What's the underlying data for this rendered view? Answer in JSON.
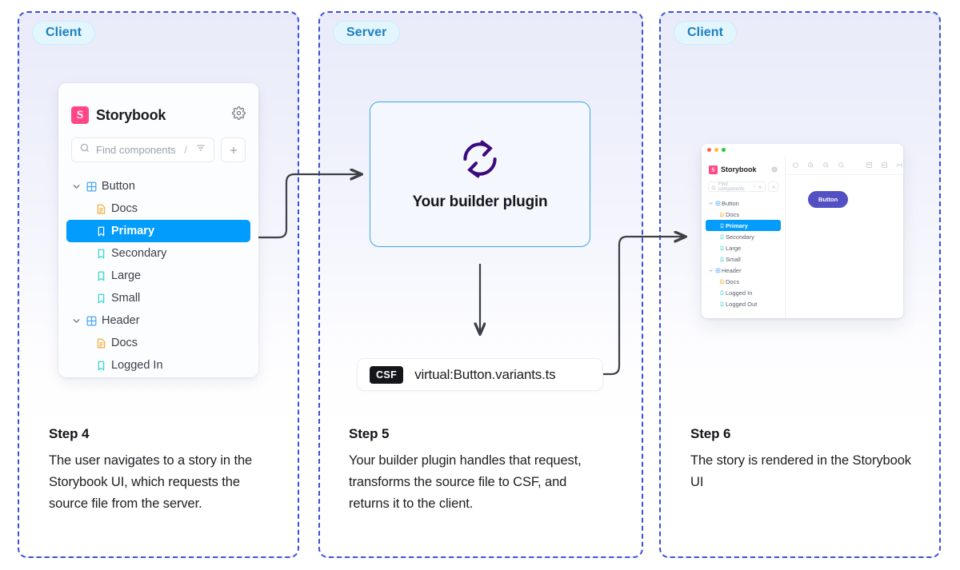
{
  "panels": [
    {
      "badge": "Client"
    },
    {
      "badge": "Server"
    },
    {
      "badge": "Client"
    }
  ],
  "storybook_panel": {
    "logo_letter": "S",
    "title": "Storybook",
    "gear_icon": "gear-icon",
    "search": {
      "placeholder": "Find components",
      "shortcut": "/",
      "filter_icon": "filter-icon"
    },
    "add_button": "+",
    "tree": [
      {
        "label": "Button",
        "icon": "component-icon",
        "level": 0,
        "expanded": true,
        "selected": false
      },
      {
        "label": "Docs",
        "icon": "docs-icon",
        "level": 1,
        "expanded": false,
        "selected": false
      },
      {
        "label": "Primary",
        "icon": "story-icon",
        "level": 1,
        "expanded": false,
        "selected": true
      },
      {
        "label": "Secondary",
        "icon": "story-icon",
        "level": 1,
        "expanded": false,
        "selected": false
      },
      {
        "label": "Large",
        "icon": "story-icon",
        "level": 1,
        "expanded": false,
        "selected": false
      },
      {
        "label": "Small",
        "icon": "story-icon",
        "level": 1,
        "expanded": false,
        "selected": false
      },
      {
        "label": "Header",
        "icon": "component-icon",
        "level": 0,
        "expanded": true,
        "selected": false
      },
      {
        "label": "Docs",
        "icon": "docs-icon",
        "level": 1,
        "expanded": false,
        "selected": false
      },
      {
        "label": "Logged In",
        "icon": "story-icon",
        "level": 1,
        "expanded": false,
        "selected": false
      }
    ]
  },
  "builder_card": {
    "icon": "refresh-sync-icon",
    "label": "Your builder plugin",
    "border_color": "#3ba7ea",
    "icon_color": "#3b0b7d"
  },
  "csf_box": {
    "tag": "CSF",
    "path": "virtual:Button.variants.ts"
  },
  "mini_window": {
    "traffic_lights": [
      "red",
      "yellow",
      "green"
    ],
    "logo_letter": "S",
    "title": "Storybook",
    "gear_icon": "gear-icon",
    "search": {
      "placeholder": "Find components",
      "shortcut": "/",
      "filter_icon": "filter-icon"
    },
    "add_button": "+",
    "toolbar_icons": [
      "remount-icon",
      "zoom-in-icon",
      "zoom-out-icon",
      "zoom-reset-icon",
      "background-icon",
      "grid-icon",
      "measure-icon"
    ],
    "tree": [
      {
        "label": "Button",
        "icon": "component-icon",
        "level": 0,
        "expanded": true,
        "selected": false
      },
      {
        "label": "Docs",
        "icon": "docs-icon",
        "level": 1,
        "expanded": false,
        "selected": false
      },
      {
        "label": "Primary",
        "icon": "story-icon",
        "level": 1,
        "expanded": false,
        "selected": true
      },
      {
        "label": "Secondary",
        "icon": "story-icon",
        "level": 1,
        "expanded": false,
        "selected": false
      },
      {
        "label": "Large",
        "icon": "story-icon",
        "level": 1,
        "expanded": false,
        "selected": false
      },
      {
        "label": "Small",
        "icon": "story-icon",
        "level": 1,
        "expanded": false,
        "selected": false
      },
      {
        "label": "Header",
        "icon": "component-icon",
        "level": 0,
        "expanded": true,
        "selected": false
      },
      {
        "label": "Docs",
        "icon": "docs-icon",
        "level": 1,
        "expanded": false,
        "selected": false
      },
      {
        "label": "Logged In",
        "icon": "story-icon",
        "level": 1,
        "expanded": false,
        "selected": false
      },
      {
        "label": "Logged Out",
        "icon": "story-icon",
        "level": 1,
        "expanded": false,
        "selected": false
      }
    ],
    "preview_button_label": "Button",
    "preview_button_color": "#5350c4"
  },
  "steps": [
    {
      "title": "Step 4",
      "body": "The user navigates to a story in the Storybook UI, which requests the source file from the server."
    },
    {
      "title": "Step 5",
      "body": "Your builder plugin handles that request, transforms the source file to CSF, and returns it to the client."
    },
    {
      "title": "Step 6",
      "body": "The story is rendered in the Storybook UI"
    }
  ],
  "colors": {
    "panel_border": "#3b4fd8",
    "badge_bg": "#e4f6fd",
    "badge_text": "#1a7fc1",
    "selected_row": "#029cfd",
    "storybook_pink": "#ff4785",
    "arrow": "#3c4045"
  }
}
